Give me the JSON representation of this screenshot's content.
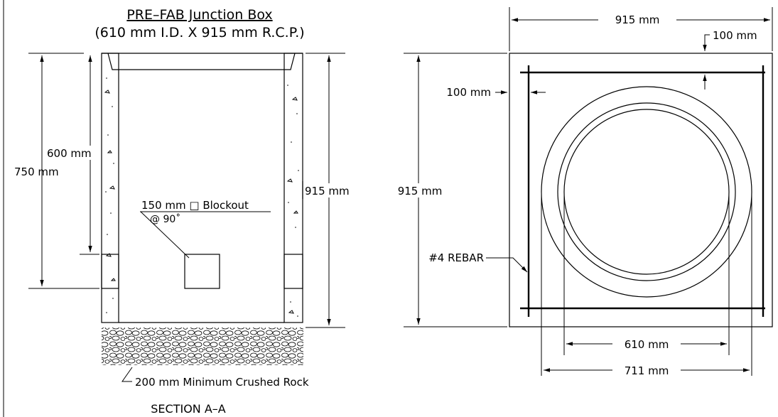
{
  "section": {
    "title_line1": "PRE–FAB Junction Box",
    "title_line2": "(610 mm I.D. X 915 mm R.C.P.)",
    "dim_600": "600 mm",
    "dim_750": "750 mm",
    "dim_915_height": "915 mm",
    "blockout_label": "150 mm □ Blockout",
    "blockout_angle": "@ 90˚",
    "rock_label": "200 mm Minimum Crushed Rock",
    "section_label": "SECTION A–A"
  },
  "plan": {
    "dim_915_width": "915 mm",
    "dim_915_height": "915 mm",
    "dim_100_top": "100 mm",
    "dim_100_side": "100 mm",
    "rebar_label": "#4 REBAR",
    "dim_610": "610 mm",
    "dim_711": "711 mm"
  }
}
